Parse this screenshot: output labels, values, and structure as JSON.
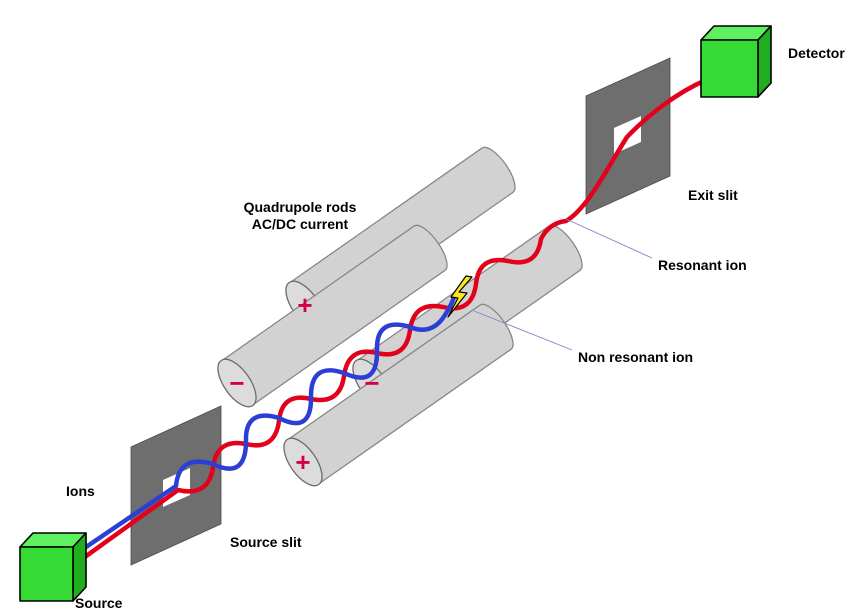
{
  "labels": {
    "source": "Source",
    "ions": "Ions",
    "source_slit": "Source slit",
    "quadrupole_rods_line1": "Quadrupole rods",
    "quadrupole_rods_line2": "AC/DC current",
    "resonant_ion": "Resonant ion",
    "non_resonant_ion": "Non resonant ion",
    "exit_slit": "Exit slit",
    "detector": "Detector"
  },
  "rod_signs": {
    "top_rod": "+",
    "left_rod": "−",
    "right_rod": "−",
    "bottom_rod": "+"
  },
  "colors": {
    "resonant_beam": "#e3001b",
    "non_resonant_beam": "#2b3fd6",
    "rod_sign": "#d40040",
    "slit_plate": "#6e6e6e",
    "cube_front": "#35da35",
    "cube_top": "#5ff05f",
    "cube_side": "#1fae1f",
    "lightning": "#ffe81a",
    "pointer_line": "#7b86c8"
  }
}
